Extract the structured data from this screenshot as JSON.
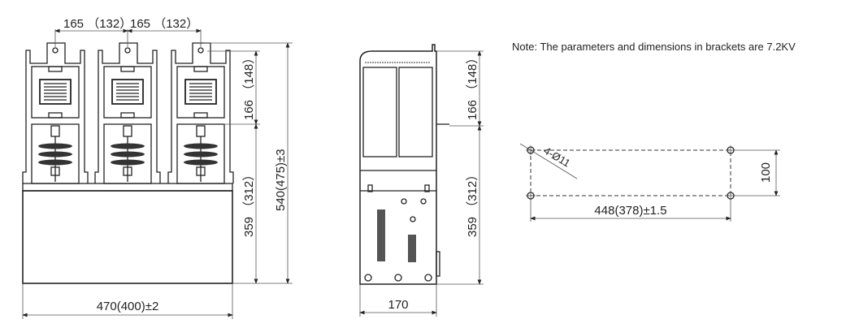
{
  "note": "Note: The parameters and dimensions in brackets are 7.2KV",
  "front_view": {
    "pole_spacing_1": "165 （132）",
    "pole_spacing_2": "165 （132）",
    "upper_height": "166 （148）",
    "lower_height": "359 （312）",
    "total_height": "540(475)±3",
    "width": "470(400)±2"
  },
  "side_view": {
    "upper_height": "166 （148）",
    "lower_height": "359 （312）",
    "depth": "170"
  },
  "mounting": {
    "hole_label": "4-Ø11",
    "hole_spacing_vertical": "100",
    "hole_spacing_horizontal": "448(378)±1.5"
  }
}
